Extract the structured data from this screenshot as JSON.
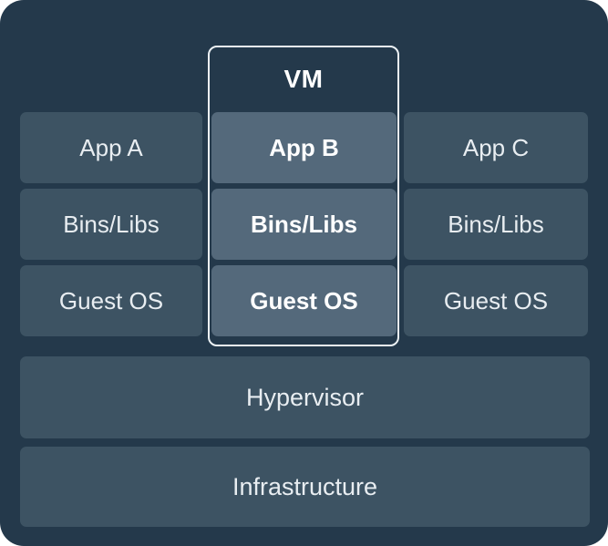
{
  "vm": {
    "label": "VM"
  },
  "columns": {
    "left": {
      "app": "App A",
      "bins": "Bins/Libs",
      "os": "Guest OS"
    },
    "middle": {
      "app": "App B",
      "bins": "Bins/Libs",
      "os": "Guest OS"
    },
    "right": {
      "app": "App C",
      "bins": "Bins/Libs",
      "os": "Guest OS"
    }
  },
  "layers": {
    "hypervisor": "Hypervisor",
    "infrastructure": "Infrastructure"
  },
  "colors": {
    "bg": "#24394B",
    "box": "#3D5363",
    "box-highlight": "#54697B",
    "vm-border": "#EDF2F5",
    "text": "#E8EDF1",
    "text-bold": "#FFFFFF"
  }
}
